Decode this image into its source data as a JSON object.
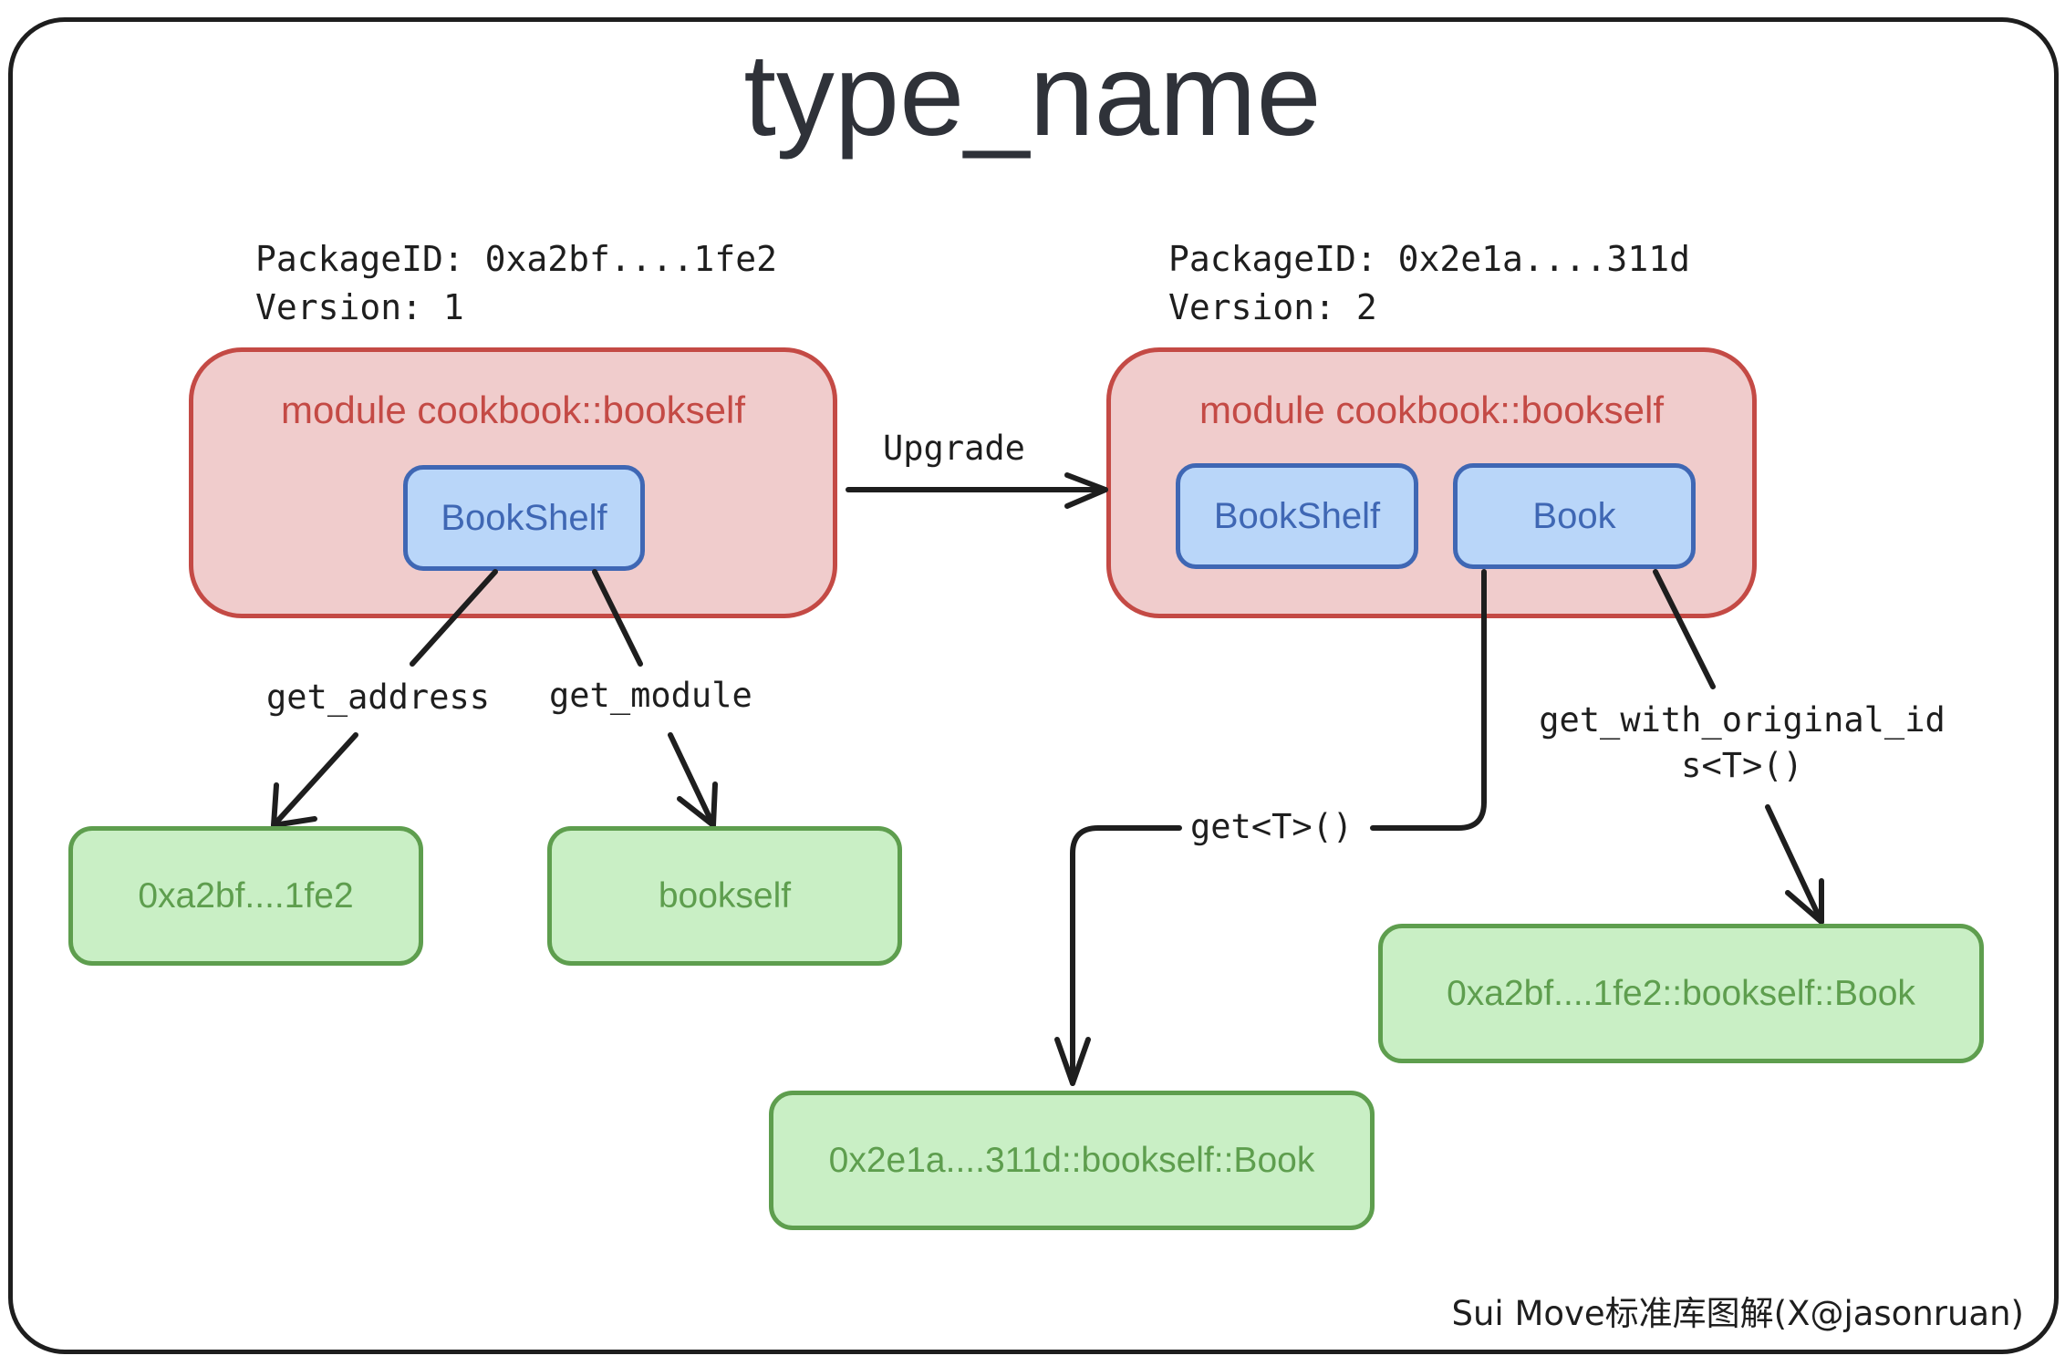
{
  "title": "type_name",
  "left_package": {
    "package_id": "PackageID: 0xa2bf....1fe2",
    "version": "Version: 1",
    "module": "module cookbook::bookself",
    "types": [
      "BookShelf"
    ]
  },
  "right_package": {
    "package_id": "PackageID: 0x2e1a....311d",
    "version": "Version: 2",
    "module": "module cookbook::bookself",
    "types": [
      "BookShelf",
      "Book"
    ]
  },
  "edges": {
    "upgrade": "Upgrade",
    "get_address": "get_address",
    "get_module": "get_module",
    "get_with_original_ids_line1": "get_with_original_id",
    "get_with_original_ids_line2": "s<T>()",
    "get": "get<T>()"
  },
  "results": {
    "address": "0xa2bf....1fe2",
    "module": "bookself",
    "get_type": "0x2e1a....311d::bookself::Book",
    "original_type": "0xa2bf....1fe2::bookself::Book"
  },
  "credit": "Sui Move标准库图解(X@jasonruan)",
  "colors": {
    "module_fill": "#f0cccc",
    "module_stroke": "#c44a45",
    "type_fill": "#b9d6f9",
    "type_stroke": "#3f67b4",
    "result_fill": "#c9efc5",
    "result_stroke": "#5e9e4e",
    "line": "#1e1e1e"
  }
}
